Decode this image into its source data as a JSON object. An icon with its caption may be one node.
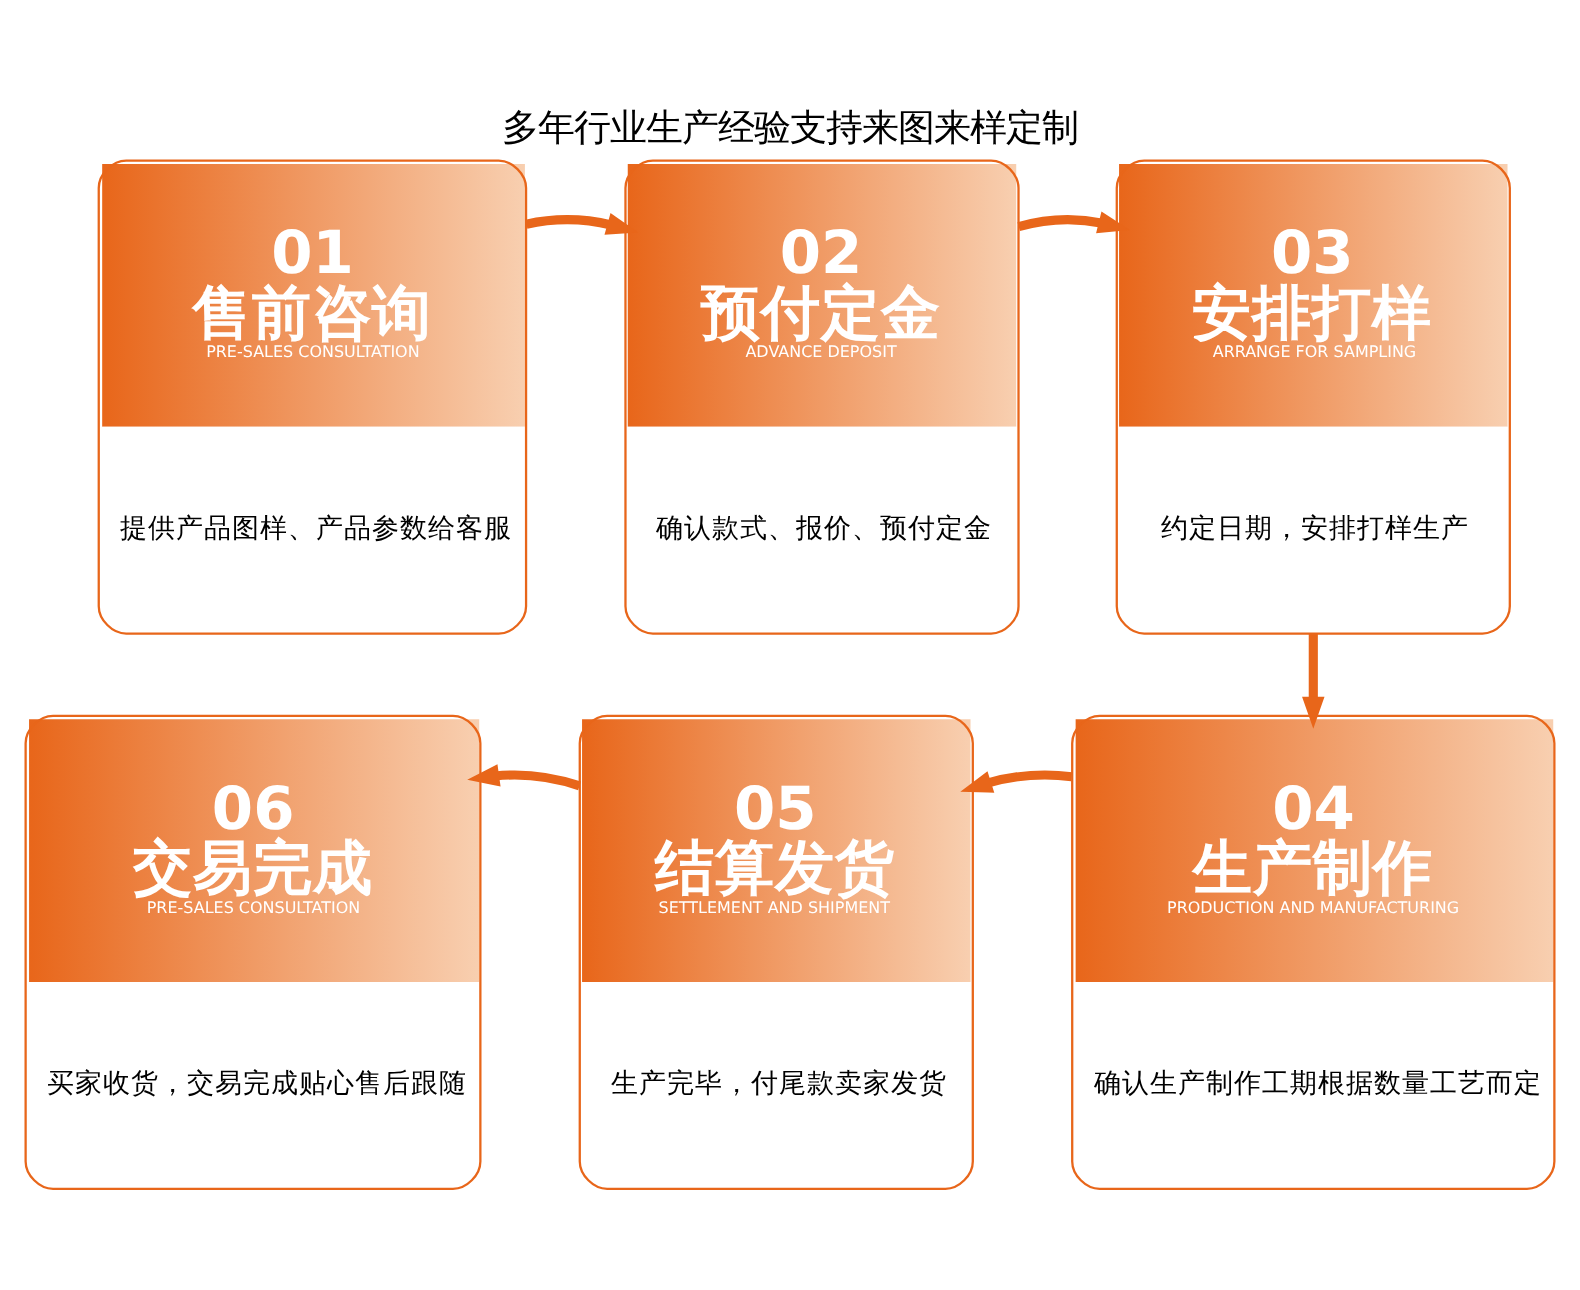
{
  "diagram": {
    "title": "多年行业生产经验支持来图来样定制",
    "nodes": [
      {
        "text": [
          "01",
          "售前咨询",
          "PRE-SALES CONSULTATION",
          "提供产品图样、产品参数给客服"
        ]
      },
      {
        "text": [
          "02",
          "预付定金",
          "ADVANCE DEPOSIT",
          "确认款式、报价、预付定金"
        ]
      },
      {
        "text": [
          "03",
          "安排打样",
          "ARRANGE FOR SAMPLING",
          "约定日期，安排打样生产"
        ]
      },
      {
        "text": [
          "04",
          "生产制作",
          "PRODUCTION AND MANUFACTURING",
          "确认生产制作工期根据数量工艺而定"
        ]
      },
      {
        "text": [
          "05",
          "结算发货",
          "SETTLEMENT AND SHIPMENT",
          "生产完毕，付尾款卖家发货"
        ]
      },
      {
        "text": [
          "06",
          "交易完成",
          "PRE-SALES CONSULTATION",
          "买家收货，交易完成贴心售后跟随"
        ]
      }
    ],
    "edges": [
      {
        "from": 0,
        "to": 1,
        "arrow": "to"
      },
      {
        "from": 1,
        "to": 2,
        "arrow": "to"
      },
      {
        "from": 2,
        "to": 3,
        "arrow": "to"
      },
      {
        "from": 3,
        "to": 4,
        "arrow": "to"
      },
      {
        "from": 4,
        "to": 5,
        "arrow": "to"
      }
    ]
  }
}
